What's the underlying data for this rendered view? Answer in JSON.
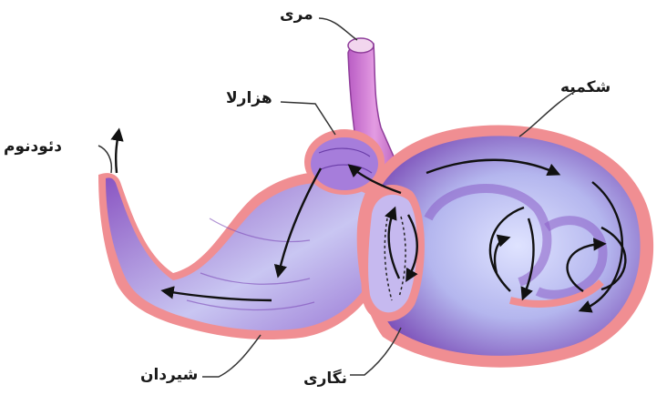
{
  "diagram": {
    "labels": {
      "esophagus": "مری",
      "rumen": "شکمبه",
      "omasum": "هزارلا",
      "duodenum": "دئودنوم",
      "abomasum": "شیردان",
      "reticulum": "نگاری"
    },
    "colors": {
      "outer_wall": "#f08e92",
      "inner_cavity": "#b9bfef",
      "fold": "#8b5cc6",
      "tube": "#d17ad6",
      "arrow": "#111111",
      "leader": "#333333"
    }
  }
}
